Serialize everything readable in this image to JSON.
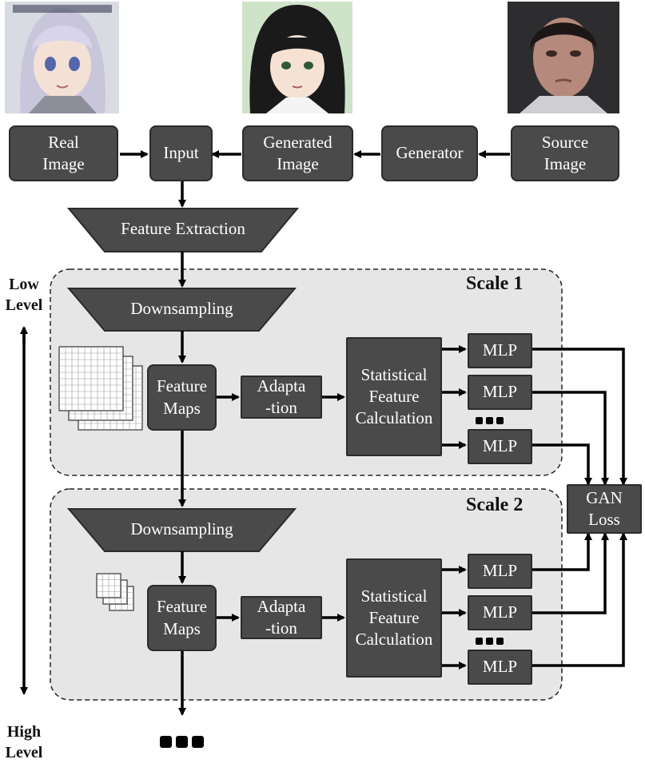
{
  "top_row": {
    "real_image": "Real\nImage",
    "input": "Input",
    "generated_image": "Generated\nImage",
    "generator": "Generator",
    "source_image": "Source\nImage"
  },
  "feature_extraction": "Feature Extraction",
  "side_labels": {
    "low": "Low\nLevel",
    "high": "High\nLevel"
  },
  "scales": [
    {
      "title": "Scale 1",
      "downsampling": "Downsampling",
      "feature_maps": "Feature\nMaps",
      "adaptation": "Adapta\n-tion",
      "statistical": "Statistical\nFeature\nCalculation",
      "mlp": [
        "MLP",
        "MLP",
        "MLP"
      ]
    },
    {
      "title": "Scale 2",
      "downsampling": "Downsampling",
      "feature_maps": "Feature\nMaps",
      "adaptation": "Adapta\n-tion",
      "statistical": "Statistical\nFeature\nCalculation",
      "mlp": [
        "MLP",
        "MLP",
        "MLP"
      ]
    }
  ],
  "gan_loss": "GAN\nLoss",
  "colors": {
    "box_fill": "#4a4a4a",
    "panel_fill": "#e6e6e6",
    "line": "#000000"
  }
}
